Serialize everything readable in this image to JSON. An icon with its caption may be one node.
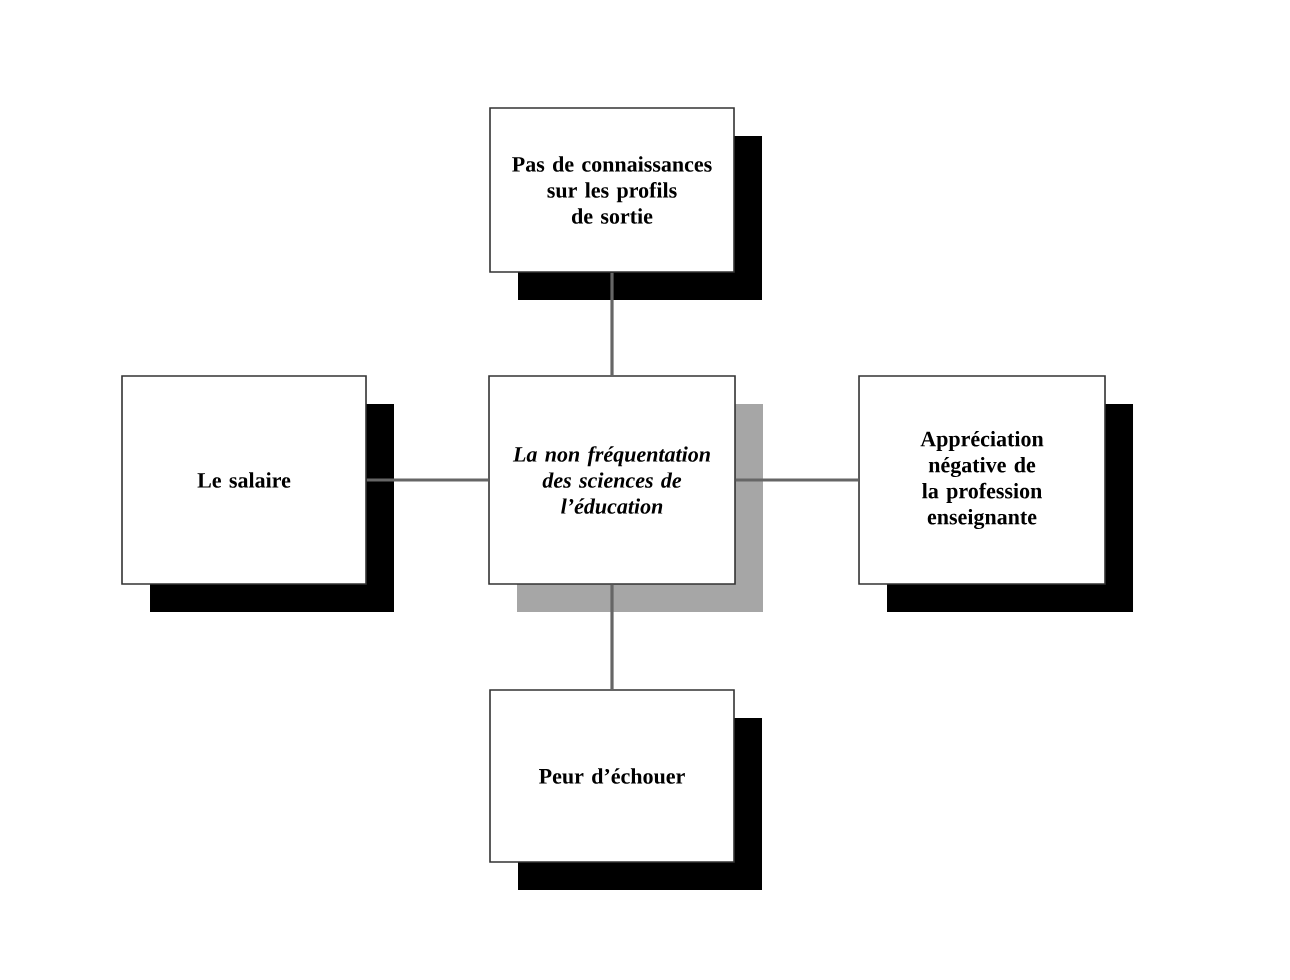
{
  "diagram": {
    "nodes": [
      {
        "text": [
          "Pas de connaissances sur les profils de sortie"
        ]
      },
      {
        "text": [
          "Le salaire"
        ]
      },
      {
        "text": [
          "La non fréquentation des sciences de l’éducation"
        ]
      },
      {
        "text": [
          "Appréciation négative de la profession enseignante"
        ]
      },
      {
        "text": [
          "Peur d’échouer"
        ]
      }
    ],
    "edges": [
      {
        "from": 0,
        "to": 2,
        "arrow": "none"
      },
      {
        "from": 1,
        "to": 2,
        "arrow": "none"
      },
      {
        "from": 2,
        "to": 3,
        "arrow": "none"
      },
      {
        "from": 2,
        "to": 4,
        "arrow": "none"
      }
    ]
  }
}
